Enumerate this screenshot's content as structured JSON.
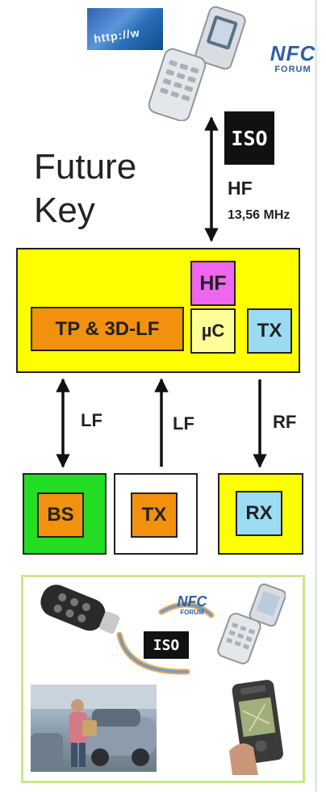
{
  "top": {
    "browser_text": "http://w",
    "nfc_logo": {
      "main": "NFC",
      "sub": "FORUM"
    },
    "iso_label": "ISO",
    "hf_label": "HF",
    "freq_label": "13,56 MHz",
    "title_line1": "Future",
    "title_line2": "Key"
  },
  "key_block": {
    "tp_label": "TP & 3D-LF",
    "hf_label": "HF",
    "uc_label": "µC",
    "tx_label": "TX"
  },
  "links": {
    "lf_left": "LF",
    "lf_middle": "LF",
    "rf": "RF"
  },
  "lower_boxes": {
    "bs": "BS",
    "tx": "TX",
    "rx": "RX"
  },
  "photo_panel": {
    "nfc_logo": {
      "main": "NFC",
      "sub": "FORUM"
    },
    "iso_label": "ISO"
  },
  "colors": {
    "key_block": "#ffff00",
    "orange": "#f2910e",
    "magenta": "#ef66ef",
    "light_blue": "#9cdcf3",
    "green": "#22dd22",
    "panel_border": "#c9e88c"
  }
}
